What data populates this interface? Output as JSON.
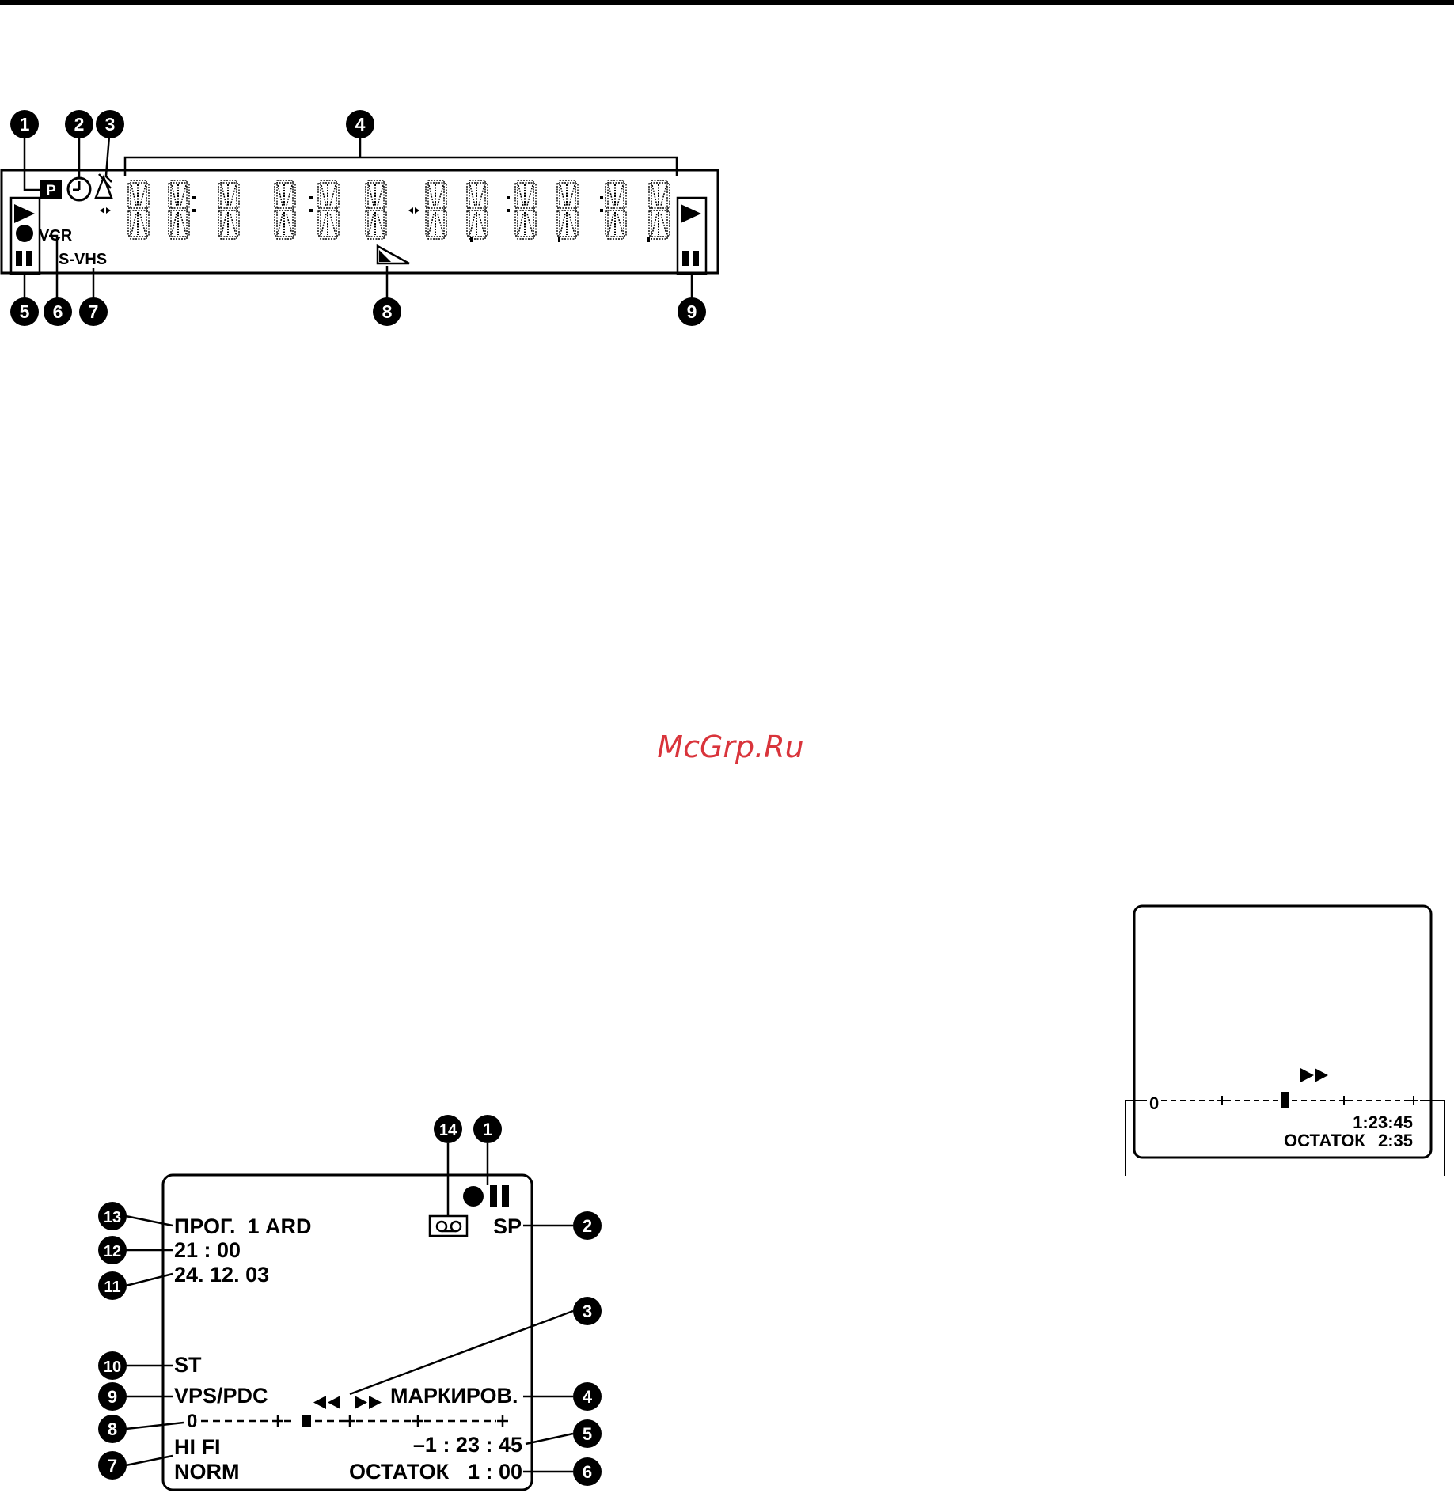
{
  "watermark": "McGrp.Ru",
  "colors": {
    "ink": "#000000",
    "watermark": "#d9343b",
    "background": "#ffffff"
  },
  "front_display": {
    "callouts": [
      "1",
      "2",
      "3",
      "4",
      "5",
      "6",
      "7",
      "8",
      "9"
    ],
    "p_badge": "P",
    "vcr_label": "VCR",
    "svhs_label": "S-VHS",
    "icons": [
      "play-icon",
      "record-icon",
      "pause-icon",
      "clock-icon",
      "satellite-icon",
      "tape-direction-icon"
    ]
  },
  "osd_main": {
    "callouts": [
      "14",
      "1",
      "13",
      "2",
      "12",
      "11",
      "3",
      "10",
      "9",
      "4",
      "8",
      "5",
      "7",
      "6"
    ],
    "prog_line": "ПРОГ.  1 ARD",
    "time": "21 : 00",
    "date": "24. 12. 03",
    "speed": "SP",
    "stereo": "ST",
    "vps": "VPS/PDC",
    "marking": "МАРКИРОВ.",
    "counter_start": "0",
    "counter": "–1 : 23 : 45",
    "audio": "HI FI",
    "audio_mode": "NORM",
    "remain_label": "ОСТАТОК",
    "remain_value": "1 : 00",
    "icons": [
      "record-icon",
      "pause-icon",
      "cassette-icon",
      "rewind-icon",
      "fast-forward-icon"
    ]
  },
  "osd_small": {
    "counter_start": "0",
    "counter": "1:23:45",
    "remain_label": "ОСТАТОК",
    "remain_value": "2:35",
    "icons": [
      "fast-forward-icon"
    ]
  }
}
